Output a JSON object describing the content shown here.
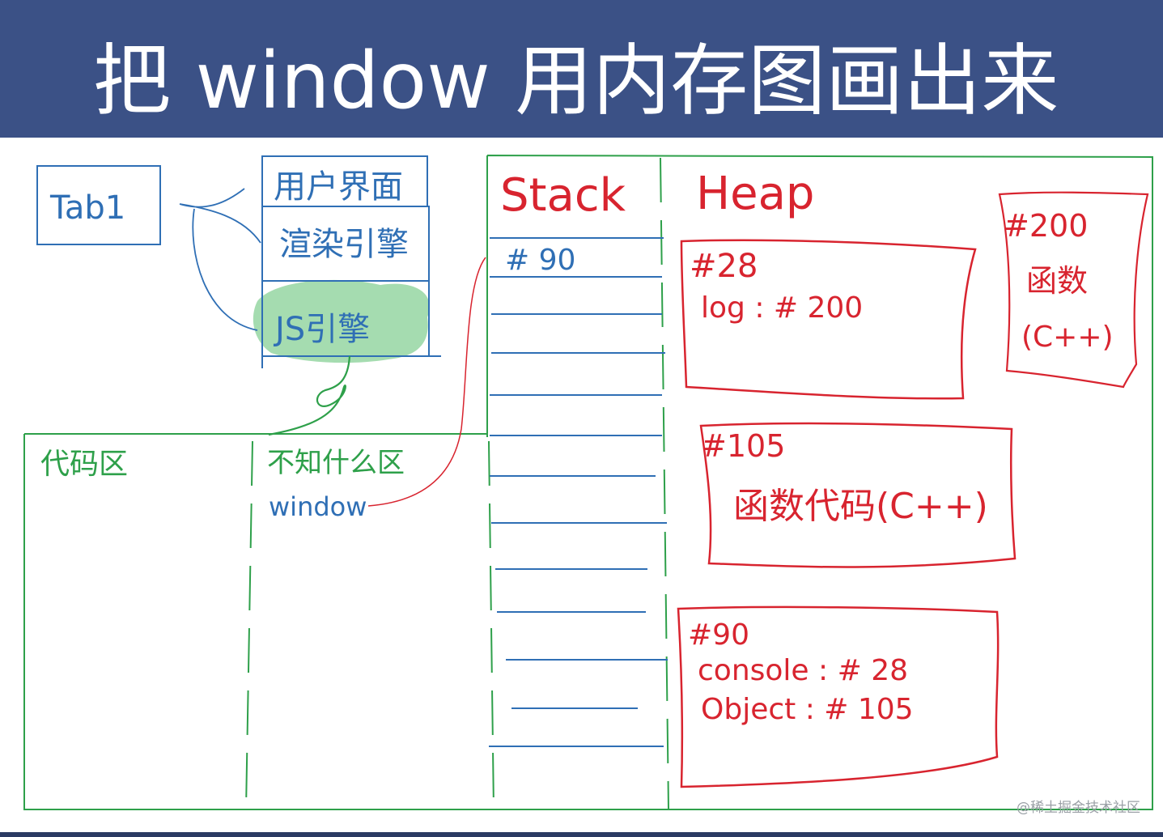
{
  "title": "把 window 用内存图画出来",
  "tab": {
    "label": "Tab1"
  },
  "browser_parts": {
    "ui": "用户界面",
    "render_engine": "渲染引擎",
    "js_engine": "JS引擎"
  },
  "zones": {
    "code": "代码区",
    "unknown": "不知什么区",
    "window_label": "window"
  },
  "stack": {
    "label": "Stack",
    "top_entry": "# 90"
  },
  "heap": {
    "label": "Heap",
    "objects": [
      {
        "id": "#28",
        "line1": "log : # 200"
      },
      {
        "id": "#200",
        "line1": "函数",
        "line2": "(C++)"
      },
      {
        "id": "#105",
        "line1": "函数代码(C++)"
      },
      {
        "id": "#90",
        "line1": "console : # 28",
        "line2": "Object : # 105"
      }
    ]
  },
  "watermark": "@稀土掘金技术社区",
  "colors": {
    "banner": "#3b5186",
    "blue": "#2f6fb5",
    "green": "#2ea04a",
    "red": "#d8242f"
  }
}
